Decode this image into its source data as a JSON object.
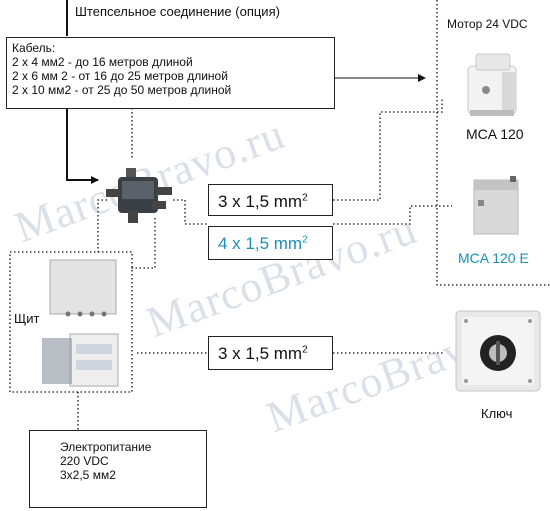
{
  "top_label": "Штепсельное соединение (опция)",
  "motor_label": "Мотор 24 VDC",
  "cable_box": {
    "title": "Кабель:",
    "lines": [
      "2 x 4 мм2 - до 16 метров длиной",
      "2 x 6 мм 2 - от 16 до 25 метров длиной",
      "2 x 10 мм2 - от 25 до 50 метров длиной"
    ]
  },
  "wires": {
    "w1": {
      "base": "3 x 1,5 mm",
      "sup": "2"
    },
    "w2": {
      "base": "4 x 1,5 mm",
      "sup": "2"
    },
    "w3": {
      "base": "3 x 1,5 mm",
      "sup": "2"
    }
  },
  "devices": {
    "mca120": "MCA 120",
    "mca120e": "MCA 120 E",
    "panel": "Щит",
    "key": "Ключ"
  },
  "power_box": {
    "lines": [
      "Электропитание",
      "220 VDC",
      "3x2,5 мм2"
    ]
  },
  "watermark": "MarcoBravo.ru",
  "colors": {
    "accent": "#1a8fb8",
    "line": "#111111"
  }
}
